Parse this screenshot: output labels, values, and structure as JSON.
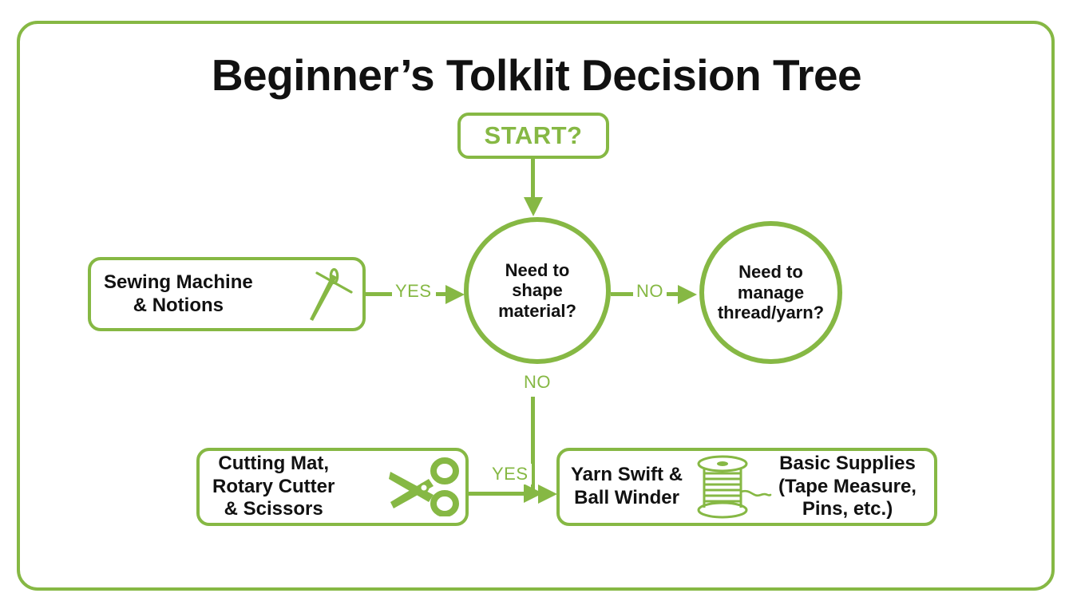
{
  "page": {
    "title": "Beginner’s Tolklit Decision Tree",
    "frame_color": "#86B844",
    "background": "#ffffff",
    "text_color": "#111111"
  },
  "diagram": {
    "type": "decision-tree-flowchart",
    "accent_color": "#86B844",
    "nodes": [
      {
        "id": "start",
        "shape": "rounded-rect",
        "label": "START?",
        "text_color": "#86B844"
      },
      {
        "id": "shape",
        "shape": "circle",
        "label": "Need to shape material?",
        "text_color": "#111111"
      },
      {
        "id": "thread",
        "shape": "circle",
        "label": "Need to manage thread/yarn?",
        "text_color": "#111111"
      },
      {
        "id": "sewing",
        "shape": "rounded-rect",
        "label": "Sewing Machine & Notions",
        "icon": "needle-and-thread-icon"
      },
      {
        "id": "cutting",
        "shape": "rounded-rect",
        "label": "Cutting Mat, Rotary Cutter & Scissors",
        "icon": "scissors-icon"
      },
      {
        "id": "yarn",
        "shape": "rounded-rect",
        "label_left": "Yarn Swift & Ball Winder",
        "icon": "thread-spool-icon",
        "label_right": "Basic Supplies (Tape Measure, Pins, etc.)"
      }
    ],
    "edges": [
      {
        "from": "start",
        "to": "shape",
        "label": "",
        "direction": "down"
      },
      {
        "from": "sewing",
        "to": "shape",
        "label": "YES",
        "direction": "right"
      },
      {
        "from": "shape",
        "to": "thread",
        "label": "NO",
        "direction": "right"
      },
      {
        "from": "shape",
        "to": "bottom",
        "label": "NO",
        "direction": "down"
      },
      {
        "from": "cutting",
        "to": "yarn",
        "label": "YES",
        "direction": "right"
      }
    ]
  },
  "nodes": {
    "start": {
      "label": "START?"
    },
    "shape_circle": {
      "line1": "Need to",
      "line2": "shape",
      "line3": "material?"
    },
    "thread_circle": {
      "line1": "Need to",
      "line2": "manage",
      "line3": "thread/yarn?"
    },
    "sewing_box": {
      "line1": "Sewing Machine",
      "line2": "& Notions",
      "icon": "needle-and-thread-icon"
    },
    "cutting_box": {
      "line1": "Cutting Mat,",
      "line2": "Rotary Cutter",
      "line3": "& Scissors",
      "icon": "scissors-icon"
    },
    "yarn_box": {
      "left_line1": "Yarn Swift &",
      "left_line2": "Ball Winder",
      "icon": "thread-spool-icon",
      "right_line1": "Basic Supplies",
      "right_line2": "(Tape Measure,",
      "right_line3": "Pins, etc.)"
    }
  },
  "edge_labels": {
    "sewing_yes": "YES",
    "thread_no": "NO",
    "shape_no": "NO",
    "cutting_yes": "YES"
  }
}
